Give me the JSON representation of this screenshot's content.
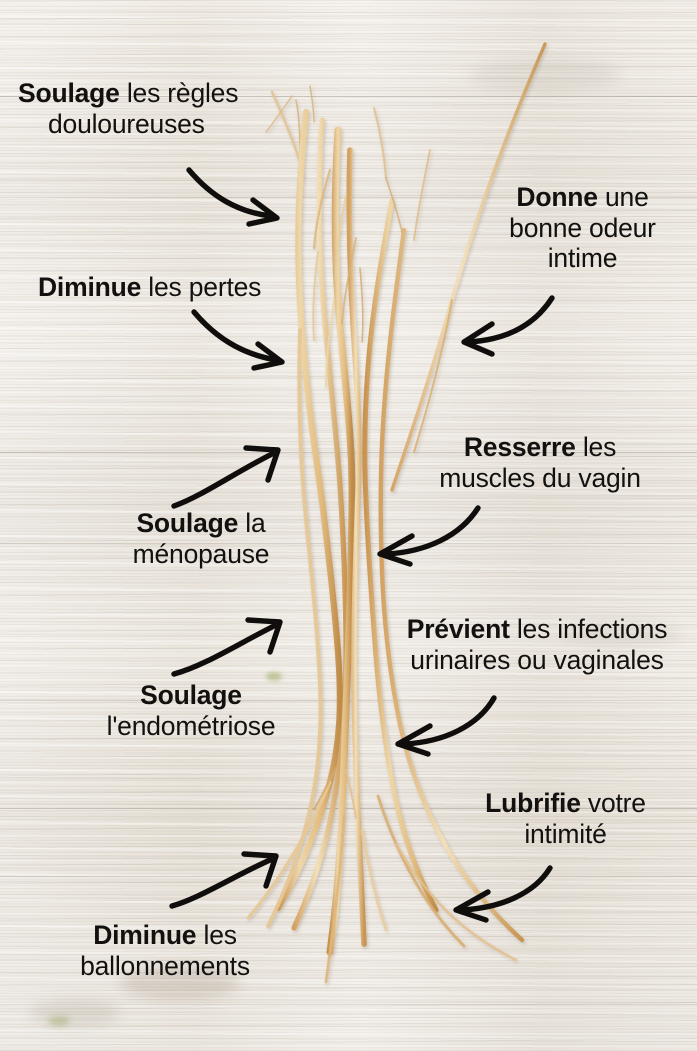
{
  "image": {
    "subject": "dried plant roots on whitewashed wood",
    "language": "fr",
    "background": "weathered whitewashed wood planks",
    "colors": {
      "text": "#13110f",
      "arrow": "#100e0c",
      "root_light": "#f0d8ab",
      "root_mid": "#e0b878",
      "root_dark": "#c08f4b",
      "wood_light": "#f1ece5",
      "wood_mid": "#e6e0d7",
      "wood_shadow": "#c9c0b4"
    }
  },
  "callouts": [
    {
      "id": "soulage-regles",
      "bold": "Soulage",
      "rest": " les règles",
      "line2": "douloureuses",
      "position": "top-left",
      "arrow": "curve-right-down"
    },
    {
      "id": "donne-odeur",
      "bold": "Donne",
      "rest": " une",
      "line2": "bonne odeur",
      "line3": "intime",
      "position": "top-right",
      "arrow": "curve-left-down"
    },
    {
      "id": "diminue-pertes",
      "bold": "Diminue",
      "rest": " les pertes",
      "position": "upper-left",
      "arrow": "curve-right-down"
    },
    {
      "id": "resserre-muscles",
      "bold": "Resserre",
      "rest": " les",
      "line2": "muscles du vagin",
      "position": "middle-right",
      "arrow": "curve-left-down"
    },
    {
      "id": "soulage-menopause",
      "bold": "Soulage",
      "rest": " la",
      "line2": "ménopause",
      "position": "middle-left",
      "arrow": "curve-right-up"
    },
    {
      "id": "previent-infections",
      "bold": "Prévient",
      "rest": " les infections",
      "line2": "urinaires ou vaginales",
      "position": "lower-right",
      "arrow": "curve-left-down"
    },
    {
      "id": "soulage-endometriose",
      "bold": "Soulage",
      "rest": "",
      "line2": "l'endométriose",
      "position": "lower-left",
      "arrow": "curve-right-up"
    },
    {
      "id": "lubrifie-intimite",
      "bold": "Lubrifie",
      "rest": " votre",
      "line2": "intimité",
      "position": "bottom-right",
      "arrow": "curve-left-down"
    },
    {
      "id": "diminue-ballonnements",
      "bold": "Diminue",
      "rest": " les",
      "line2": "ballonnements",
      "position": "bottom-left",
      "arrow": "curve-right-up"
    }
  ]
}
